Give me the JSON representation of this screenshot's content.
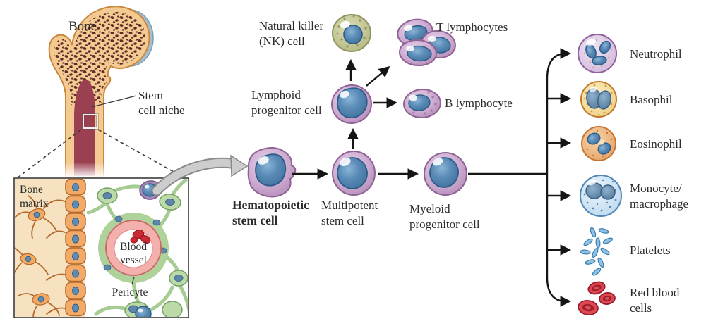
{
  "figure": {
    "description": "Hematopoietic stem cell niche and blood cell lineage diagram"
  },
  "bone_panel": {
    "title": "Bone",
    "niche_label_line1": "Stem",
    "niche_label_line2": "cell niche"
  },
  "inset_panel": {
    "matrix_label_line1": "Bone",
    "matrix_label_line2": "matrix",
    "vessel_label_line1": "Blood",
    "vessel_label_line2": "vessel",
    "pericyte_label": "Pericyte"
  },
  "pathway": {
    "hsc_label_line1": "Hematopoietic",
    "hsc_label_line2": "stem cell",
    "multipotent_label_line1": "Multipotent",
    "multipotent_label_line2": "stem cell",
    "myeloid_label_line1": "Myeloid",
    "myeloid_label_line2": "progenitor cell",
    "lymphoid_label_line1": "Lymphoid",
    "lymphoid_label_line2": "progenitor cell",
    "nk_label_line1": "Natural killer",
    "nk_label_line2": "(NK) cell",
    "t_label": "T lymphocytes",
    "b_label": "B lymphocyte"
  },
  "myeloid_products": {
    "neutrophil_label": "Neutrophil",
    "basophil_label": "Basophil",
    "eosinophil_label": "Eosinophil",
    "monocyte_label_line1": "Monocyte/",
    "monocyte_label_line2": "macrophage",
    "platelets_label": "Platelets",
    "rbc_label_line1": "Red blood",
    "rbc_label_line2": "cells"
  },
  "colors": {
    "text": "#2b2b2b",
    "arrow_black": "#151515",
    "bone_cortex": "#f3ca92",
    "bone_cortex_stroke": "#c9873d",
    "bone_spongy_dots": "#5d2b28",
    "marrow": "#9b4050",
    "cartilage": "#a4becd",
    "bone_matrix": "#f6e2c0",
    "osteoblast": "#f3aa66",
    "osteoblast_stroke": "#b4682a",
    "stromal_green": "#bcdaa8",
    "stromal_green_stroke": "#76a164",
    "vessel_pink": "#f4b0ac",
    "vessel_pink_stroke": "#c86a68",
    "purple_cell": "#c49fc8",
    "purple_cell_stroke": "#8e6294",
    "nucleus_blue": "#5b8cb8",
    "nucleus_blue_stroke": "#2c5c88",
    "nk_body": "#bfc28c",
    "neutrophil_body": "#d9c4e2",
    "basophil_body": "#f2d990",
    "eosinophil_body": "#eaab70",
    "monocyte_body": "#c9e1f2",
    "platelet": "#8ec1e2",
    "rbc": "#d94752",
    "zoom_arrow_gray": "#cdcdcd"
  }
}
